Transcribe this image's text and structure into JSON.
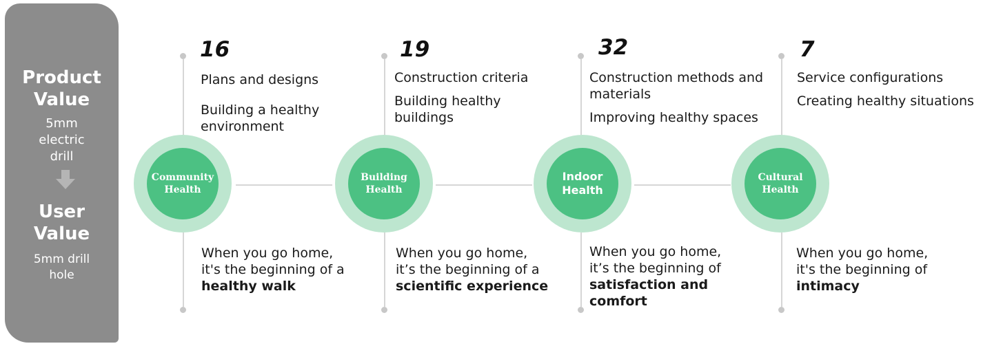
{
  "sidebar": {
    "product_title_line1": "Product",
    "product_title_line2": "Value",
    "product_sub_line1": "5mm",
    "product_sub_line2": "electric",
    "product_sub_line3": "drill",
    "user_title_line1": "User",
    "user_title_line2": "Value",
    "user_sub_line1": "5mm drill",
    "user_sub_line2": "hole",
    "arrow_icon": "down-arrow-icon"
  },
  "colors": {
    "sidebar": "#8c8c8c",
    "ring": "#bde6cf",
    "core": "#4cc183",
    "line": "#d6d6d6"
  },
  "stages": [
    {
      "number": "16",
      "top_line1": "Plans and designs",
      "top_line2": "Building a healthy",
      "top_line3": "environment",
      "circle_label": "Community\nHealth",
      "bottom_line1": "When you go home,",
      "bottom_line2": "it's the beginning of a",
      "bottom_bold1": "healthy walk",
      "bottom_bold2": ""
    },
    {
      "number": "19",
      "top_line1": "Construction criteria",
      "top_line2": "Building healthy",
      "top_line3": "buildings",
      "circle_label": "Building\nHealth",
      "bottom_line1": "When you go home,",
      "bottom_line2": "it’s the beginning of a",
      "bottom_bold1": "scientific experience",
      "bottom_bold2": ""
    },
    {
      "number": "32",
      "top_line1": "Construction methods and",
      "top_line2": "materials",
      "top_line3": "Improving healthy spaces",
      "circle_label": "Indoor\nHealth",
      "bottom_line1": "When you go home,",
      "bottom_line2": "it’s the beginning of",
      "bottom_bold1": "satisfaction and",
      "bottom_bold2": "comfort"
    },
    {
      "number": "7",
      "top_line1": "Service configurations",
      "top_line2": "Creating healthy situations",
      "top_line3": "",
      "circle_label": "Cultural\nHealth",
      "bottom_line1": "When you go home,",
      "bottom_line2": "it's the beginning of",
      "bottom_bold1": "intimacy",
      "bottom_bold2": ""
    }
  ]
}
